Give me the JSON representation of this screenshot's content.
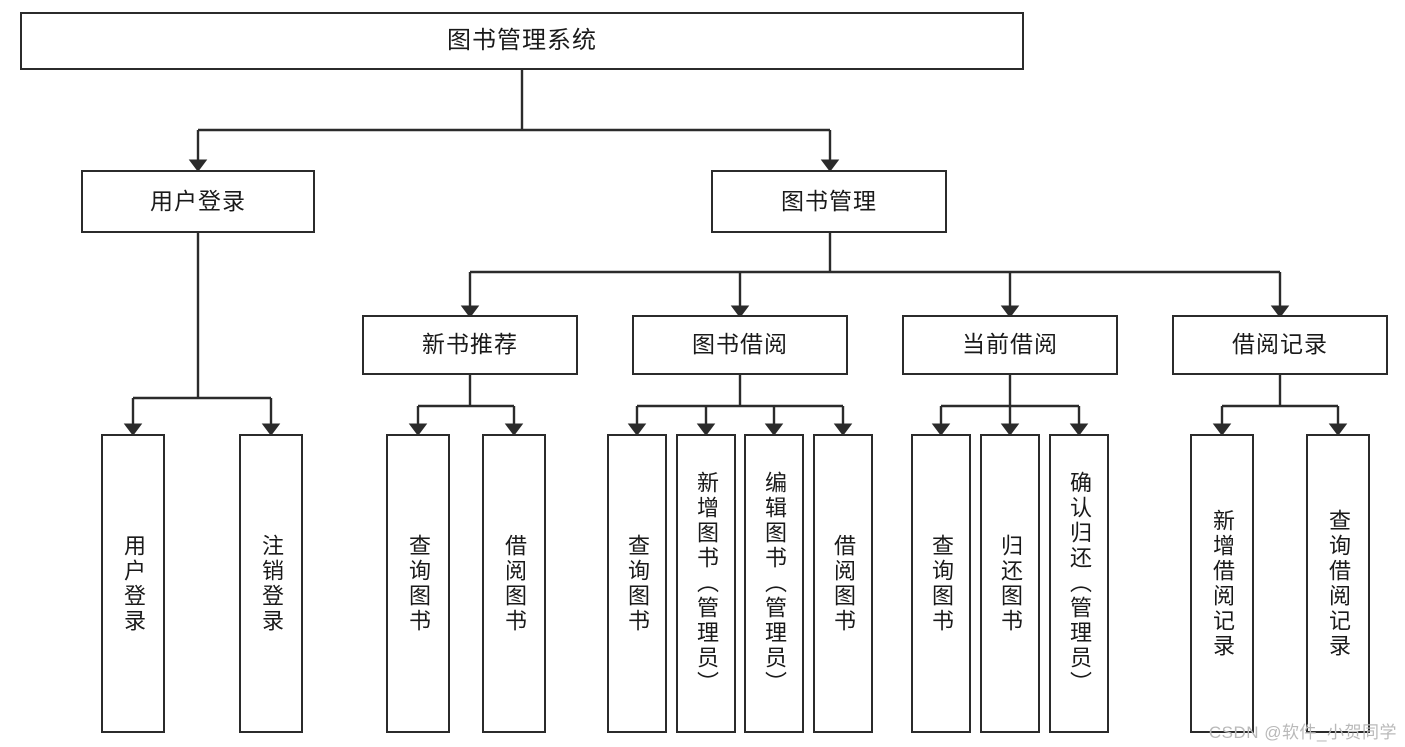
{
  "diagram": {
    "title": "图书管理系统",
    "type": "tree",
    "watermark": "CSDN @软件_小贺同学",
    "colors": {
      "border": "#2b2b2b",
      "text": "#1a1a1a",
      "background": "#ffffff",
      "connector": "#2b2b2b",
      "watermark": "#b9b9b9"
    },
    "nodes": {
      "root": {
        "label": "图书管理系统"
      },
      "level2": [
        {
          "id": "user-login",
          "label": "用户登录"
        },
        {
          "id": "book-management",
          "label": "图书管理"
        }
      ],
      "level3": [
        {
          "id": "new-book-recommend",
          "label": "新书推荐"
        },
        {
          "id": "book-borrow",
          "label": "图书借阅"
        },
        {
          "id": "current-borrow",
          "label": "当前借阅"
        },
        {
          "id": "borrow-record",
          "label": "借阅记录"
        }
      ],
      "leaves": {
        "user_login": [
          {
            "id": "leaf-user-login",
            "label": "用户登录"
          },
          {
            "id": "leaf-logout-login",
            "label": "注销登录"
          }
        ],
        "new_book_recommend": [
          {
            "id": "leaf-query-book-1",
            "label": "查询图书"
          },
          {
            "id": "leaf-borrow-book-1",
            "label": "借阅图书"
          }
        ],
        "book_borrow": [
          {
            "id": "leaf-query-book-2",
            "label": "查询图书"
          },
          {
            "id": "leaf-add-book",
            "label": "新增图书（管理员）"
          },
          {
            "id": "leaf-edit-book",
            "label": "编辑图书（管理员）"
          },
          {
            "id": "leaf-borrow-book-2",
            "label": "借阅图书"
          }
        ],
        "current_borrow": [
          {
            "id": "leaf-query-book-3",
            "label": "查询图书"
          },
          {
            "id": "leaf-return-book",
            "label": "归还图书"
          },
          {
            "id": "leaf-confirm-return",
            "label": "确认归还（管理员）"
          }
        ],
        "borrow_record": [
          {
            "id": "leaf-add-record",
            "label": "新增借阅记录"
          },
          {
            "id": "leaf-query-record",
            "label": "查询借阅记录"
          }
        ]
      }
    }
  }
}
